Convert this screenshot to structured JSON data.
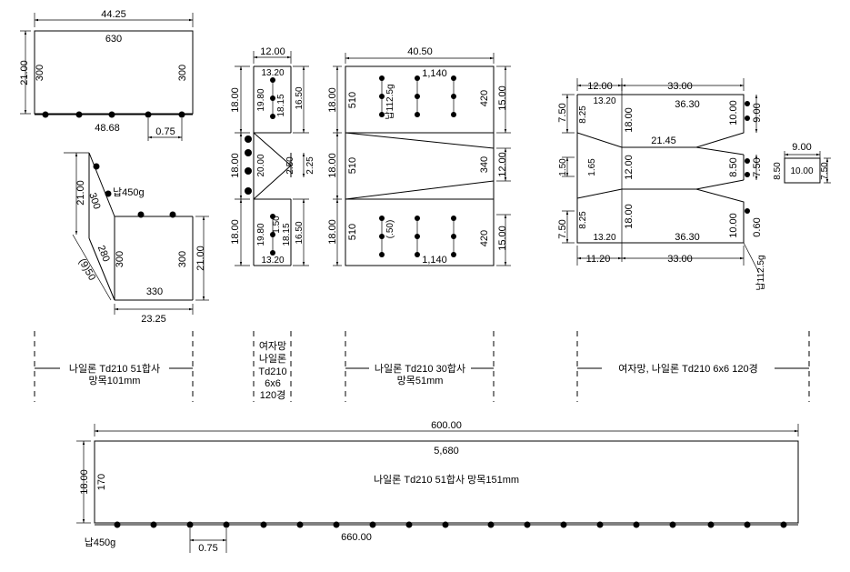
{
  "panel1": {
    "width": "44.25",
    "top": "630",
    "height": "21.00",
    "left": "300",
    "right": "300",
    "bottom": "48.68",
    "spacing": "0.75"
  },
  "panel2": {
    "upper_height": "21.00",
    "slant_a": "300",
    "slant_b": "280",
    "slant_c": "(9)50",
    "sinker": "납450g",
    "inner_left": "300",
    "right": "300",
    "height_right": "21.00",
    "bottom": "330",
    "bottom_dim": "23.25"
  },
  "panel3": {
    "top_width": "12.00",
    "top_mesh": "13.20",
    "h_top": "18.00",
    "h_mid": "18.00",
    "h_bot": "18.00",
    "upper_a": "19.80",
    "upper_b": "18.15",
    "upper_c": "16.50",
    "mid_a": "20.00",
    "mid_b": "2.50",
    "mid_c": "2.25",
    "lower_a": "19.80",
    "lower_b": "1.50",
    "lower_c": "18.15",
    "lower_d": "16.50",
    "bottom_mesh": "13.20"
  },
  "panel4": {
    "width": "40.50",
    "top_count": "1,140",
    "bottom_count": "1,140",
    "left_top": "18.00",
    "left_mid": "18.00",
    "left_bot": "18.00",
    "mesh_top": "510",
    "mesh_mid": "510",
    "mesh_bot": "510",
    "sinker": "납112.5g",
    "inner_bottom": "(.50)",
    "right_top": "420",
    "right_mid": "340",
    "right_bot": "420",
    "outer_top": "15.00",
    "outer_mid": "12.00",
    "outer_bot": "15.00"
  },
  "panel5": {
    "top_left": "12.00",
    "top_right": "33.00",
    "mesh_top": "13.20",
    "top_36": "36.30",
    "left_top": "7.50",
    "slant_top": "8.25",
    "inner_h_top": "18.00",
    "right_top_a": "10.00",
    "right_top_b": "9.00",
    "mid_span": "21.45",
    "left_mid_a": "1.50",
    "left_mid_b": "1.65",
    "inner_h_mid": "12.00",
    "right_mid_a": "8.50",
    "right_mid_b": "7.50",
    "left_bot": "7.50",
    "slant_bot": "8.25",
    "inner_h_bot": "18.00",
    "right_bot_a": "10.00",
    "right_bot_b": "0.60",
    "mesh_bot": "13.20",
    "bot_36": "36.30",
    "bot_left": "11.20",
    "bot_right": "33.00",
    "sinker": "납112.5g",
    "box_w": "9.00",
    "box_mesh": "10.00",
    "box_left": "8.50",
    "box_right": "7.50"
  },
  "labels": {
    "g1_line1": "나일론 Td210 51합사",
    "g1_line2": "망목101mm",
    "g2_line1": "여자망",
    "g2_line2": "나일론",
    "g2_line3": "Td210",
    "g2_line4": "6x6",
    "g2_line5": "120경",
    "g3_line1": "나일론 Td210 30합사",
    "g3_line2": "망목51mm",
    "g4_line1": "여자망, 나일론 Td210 6x6 120경"
  },
  "bottom_panel": {
    "width": "600.00",
    "mesh_count": "5,680",
    "height": "18.00",
    "left": "170",
    "material": "나일론 Td210 51합사 망목151mm",
    "sinker": "납450g",
    "spacing": "0.75",
    "foot": "660.00"
  }
}
